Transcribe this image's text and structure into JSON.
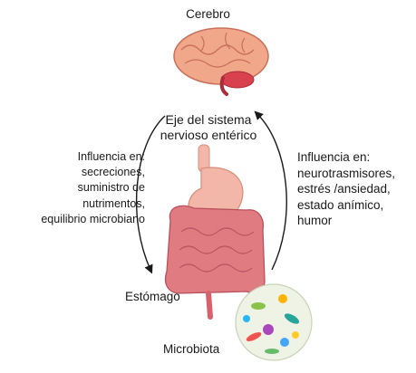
{
  "labels": {
    "brain": "Cerebro",
    "axis": [
      "Eje del sistema",
      "nervioso entérico"
    ],
    "left_influence": [
      "Influencia en:",
      "secreciones,",
      "suministro de",
      "nutrimentos,",
      "equilibrio microbiano"
    ],
    "right_influence": [
      "Influencia en:",
      "neurotrasmisores,",
      "estrés /ansiedad,",
      "estado anímico,",
      "humor"
    ],
    "stomach": "Estómago",
    "microbiota": "Microbiota"
  },
  "colors": {
    "brain": "#f0a78a",
    "brainstem": "#d9414e",
    "stomach": "#f2b7a8",
    "intestine": "#d9616e",
    "arrow": "#1a1a1a",
    "microbe_bg": "#eef3e6"
  }
}
